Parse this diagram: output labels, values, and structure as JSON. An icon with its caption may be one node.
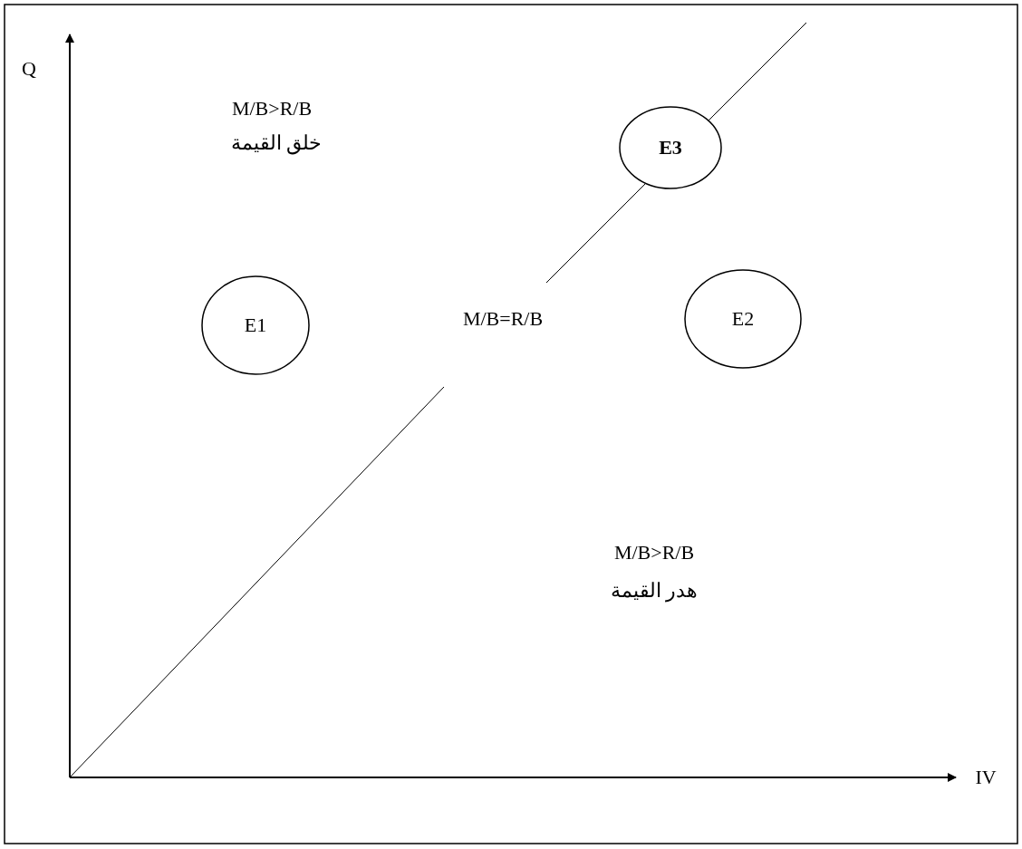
{
  "diagram": {
    "nodes": [
      {
        "text": [
          "E1"
        ]
      },
      {
        "text": [
          "E2"
        ]
      },
      {
        "text": [
          "E3"
        ]
      }
    ],
    "labels": [
      "Q",
      "M/B>R/B",
      "خلق القيمة",
      "M/B=R/B",
      "M/B>R/B",
      "هدر القيمة",
      "IV"
    ]
  }
}
